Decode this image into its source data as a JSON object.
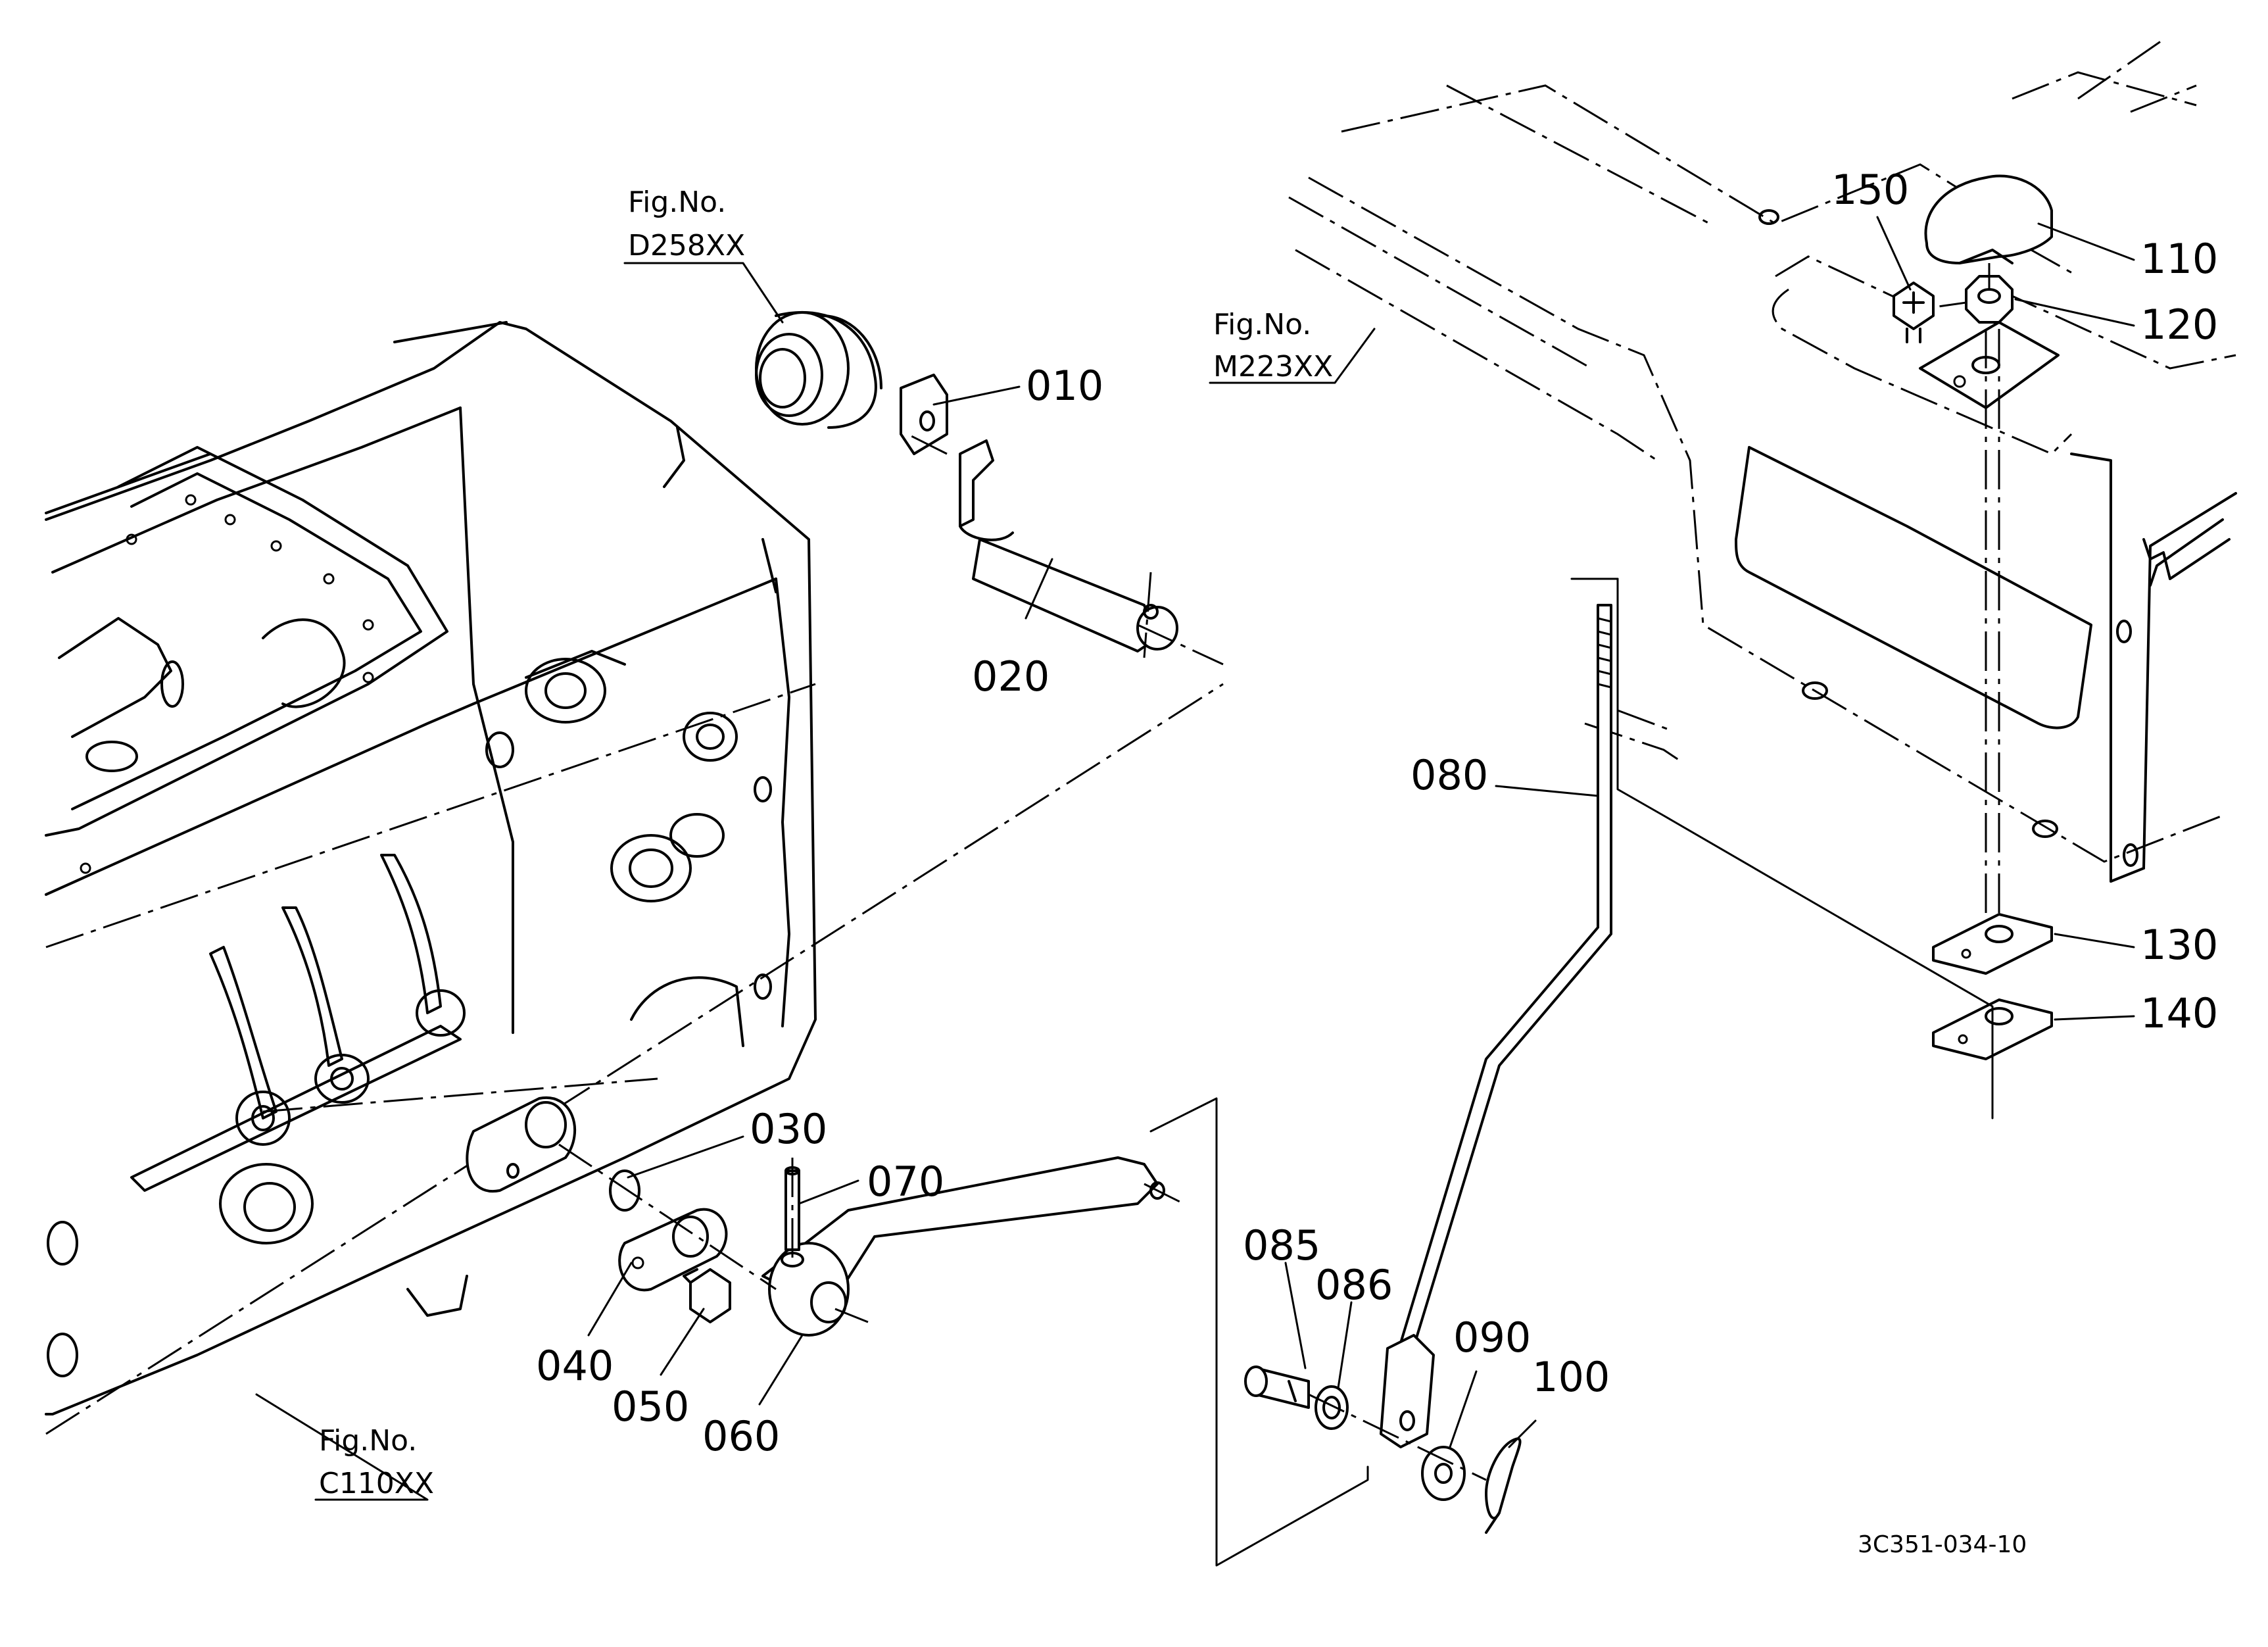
{
  "diagram": {
    "drawing_code": "3C351-034-10",
    "references": [
      {
        "id": "ref-d258",
        "line1": "Fig.No.",
        "line2": "D258XX"
      },
      {
        "id": "ref-m223",
        "line1": "Fig.No.",
        "line2": "M223XX"
      },
      {
        "id": "ref-c110",
        "line1": "Fig.No.",
        "line2": "C110XX"
      }
    ],
    "callouts": [
      {
        "id": "010",
        "text": "010"
      },
      {
        "id": "020",
        "text": "020"
      },
      {
        "id": "030",
        "text": "030"
      },
      {
        "id": "040",
        "text": "040"
      },
      {
        "id": "050",
        "text": "050"
      },
      {
        "id": "060",
        "text": "060"
      },
      {
        "id": "070",
        "text": "070"
      },
      {
        "id": "080",
        "text": "080"
      },
      {
        "id": "085",
        "text": "085"
      },
      {
        "id": "086",
        "text": "086"
      },
      {
        "id": "090",
        "text": "090"
      },
      {
        "id": "100",
        "text": "100"
      },
      {
        "id": "110",
        "text": "110"
      },
      {
        "id": "120",
        "text": "120"
      },
      {
        "id": "130",
        "text": "130"
      },
      {
        "id": "140",
        "text": "140"
      },
      {
        "id": "150",
        "text": "150"
      }
    ]
  }
}
